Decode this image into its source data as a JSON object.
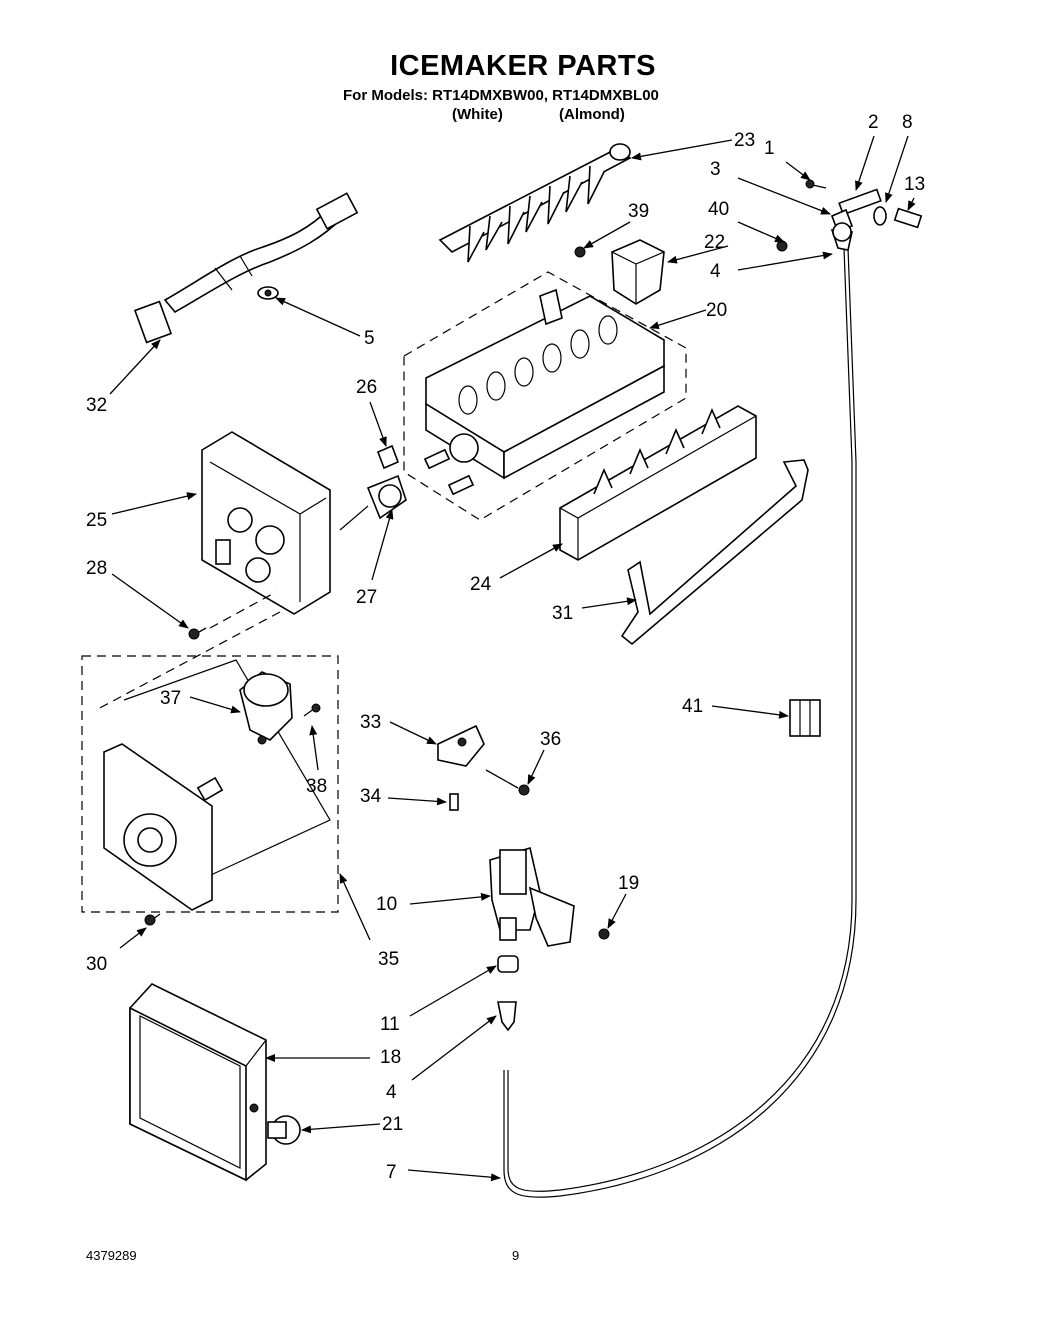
{
  "header": {
    "title": "ICEMAKER PARTS",
    "models": "For Models: RT14DMXBW00, RT14DMXBL00",
    "variant_white": "(White)",
    "variant_almond": "(Almond)"
  },
  "footer": {
    "doc_number": "4379289",
    "page_number": "9"
  },
  "callouts": {
    "c1": "1",
    "c2": "2",
    "c3": "3",
    "c4a": "4",
    "c4b": "4",
    "c5": "5",
    "c7": "7",
    "c8": "8",
    "c10": "10",
    "c11": "11",
    "c13": "13",
    "c18": "18",
    "c19": "19",
    "c20": "20",
    "c21": "21",
    "c22": "22",
    "c23": "23",
    "c24": "24",
    "c25": "25",
    "c26": "26",
    "c27": "27",
    "c28": "28",
    "c30": "30",
    "c31": "31",
    "c32": "32",
    "c33": "33",
    "c34": "34",
    "c35": "35",
    "c36": "36",
    "c37": "37",
    "c38": "38",
    "c39": "39",
    "c40": "40",
    "c41": "41"
  }
}
